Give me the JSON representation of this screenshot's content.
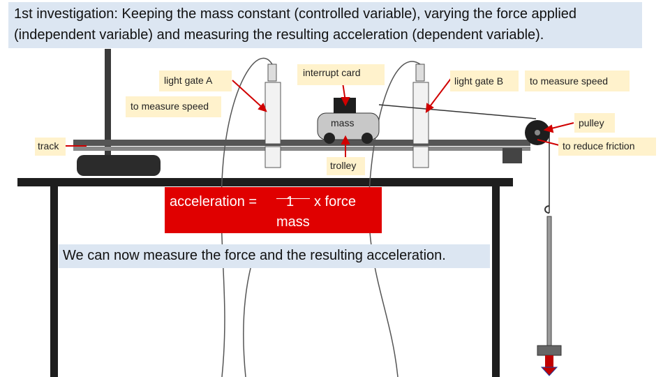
{
  "title": {
    "line1": "1st investigation: Keeping the mass constant (controlled variable), varying the force applied",
    "line2": "(independent variable) and measuring the resulting acceleration (dependent variable)."
  },
  "labels": {
    "light_gate_a": "light gate A",
    "interrupt_card": "interrupt card",
    "light_gate_b": "light gate B",
    "to_measure_speed_right": "to measure speed",
    "to_measure_speed_left": "to measure speed",
    "mass": "mass",
    "pulley": "pulley",
    "track": "track",
    "to_reduce_friction": "to reduce friction",
    "trolley": "trolley"
  },
  "equation": {
    "lhs": "acceleration = ",
    "numerator": "1",
    "rhs": "x force",
    "denominator": "mass"
  },
  "note": "We can now measure the force and the resulting acceleration.",
  "colors": {
    "title_bg": "#dce6f2",
    "callout_bg": "#fff2cc",
    "equation_bg": "#e00000",
    "arrow": "#d00000",
    "force_arrow": "#c00000"
  }
}
